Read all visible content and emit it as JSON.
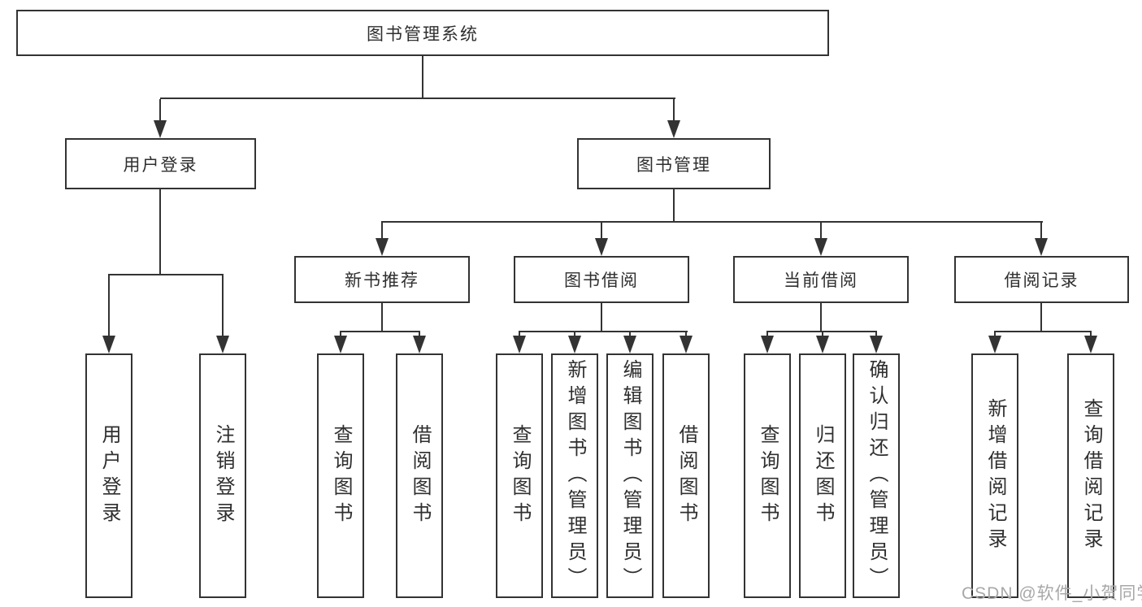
{
  "diagram": {
    "title": "图书管理系统",
    "branches": [
      {
        "label": "用户登录",
        "children": [
          "用户登录",
          "注销登录"
        ]
      },
      {
        "label": "图书管理",
        "sections": [
          {
            "label": "新书推荐",
            "children": [
              "查询图书",
              "借阅图书"
            ]
          },
          {
            "label": "图书借阅",
            "children": [
              "查询图书",
              "新增图书（管理员）",
              "编辑图书（管理员）",
              "借阅图书"
            ]
          },
          {
            "label": "当前借阅",
            "children": [
              "查询图书",
              "归还图书",
              "确认归还（管理员）"
            ]
          },
          {
            "label": "借阅记录",
            "children": [
              "新增借阅记录",
              "查询借阅记录"
            ]
          }
        ]
      }
    ]
  },
  "watermark": "CSDN @软件_小贺同学",
  "colors": {
    "line": "#333333",
    "text": "#2f2f2f",
    "box_background": "#ffffff",
    "page_background": "#ffffff",
    "watermark": "#a8a8a8"
  }
}
